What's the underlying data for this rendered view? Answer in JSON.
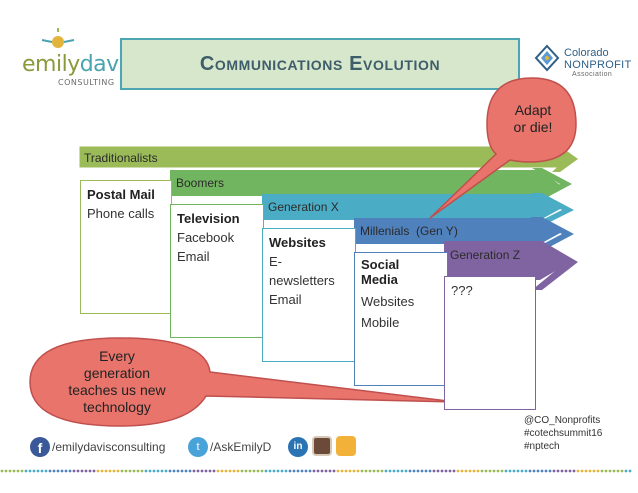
{
  "logo": {
    "word_emily": "emily",
    "word_davis": "davis",
    "word_consulting": "CONSULTING"
  },
  "title": "Communications Evolution",
  "partner_logo": {
    "line1": "Colorado",
    "line2": "NONPROFIT",
    "line3": "Association"
  },
  "generations": [
    {
      "label": "Traditionalists",
      "color": "#9bbb59",
      "head": "Postal Mail",
      "items": [
        "Phone calls"
      ]
    },
    {
      "label": "Boomers",
      "color": "#72b560",
      "head": "Television",
      "items": [
        "Facebook",
        "Email"
      ]
    },
    {
      "label": "Generation X",
      "color": "#4bacc6",
      "head": "Websites",
      "items": [
        "E-",
        "newsletters",
        "Email"
      ]
    },
    {
      "label": "Millenials  (Gen Y)",
      "color": "#4f81bd",
      "head": "Social",
      "head2": "Media",
      "items": [
        "Websites",
        "Mobile"
      ]
    },
    {
      "label": "Generation Z",
      "color": "#8064a2",
      "head": "???",
      "items": []
    }
  ],
  "callouts": {
    "adapt": [
      "Adapt",
      "or die!"
    ],
    "every": [
      "Every",
      "generation",
      "teaches us new",
      "technology"
    ],
    "fill": "#e8746b"
  },
  "footer": {
    "facebook": "/emilydavisconsulting",
    "twitter": "/AskEmilyD",
    "hashtags": [
      "@CO_Nonprofits",
      "#cotechsummit16",
      "#nptech"
    ]
  }
}
